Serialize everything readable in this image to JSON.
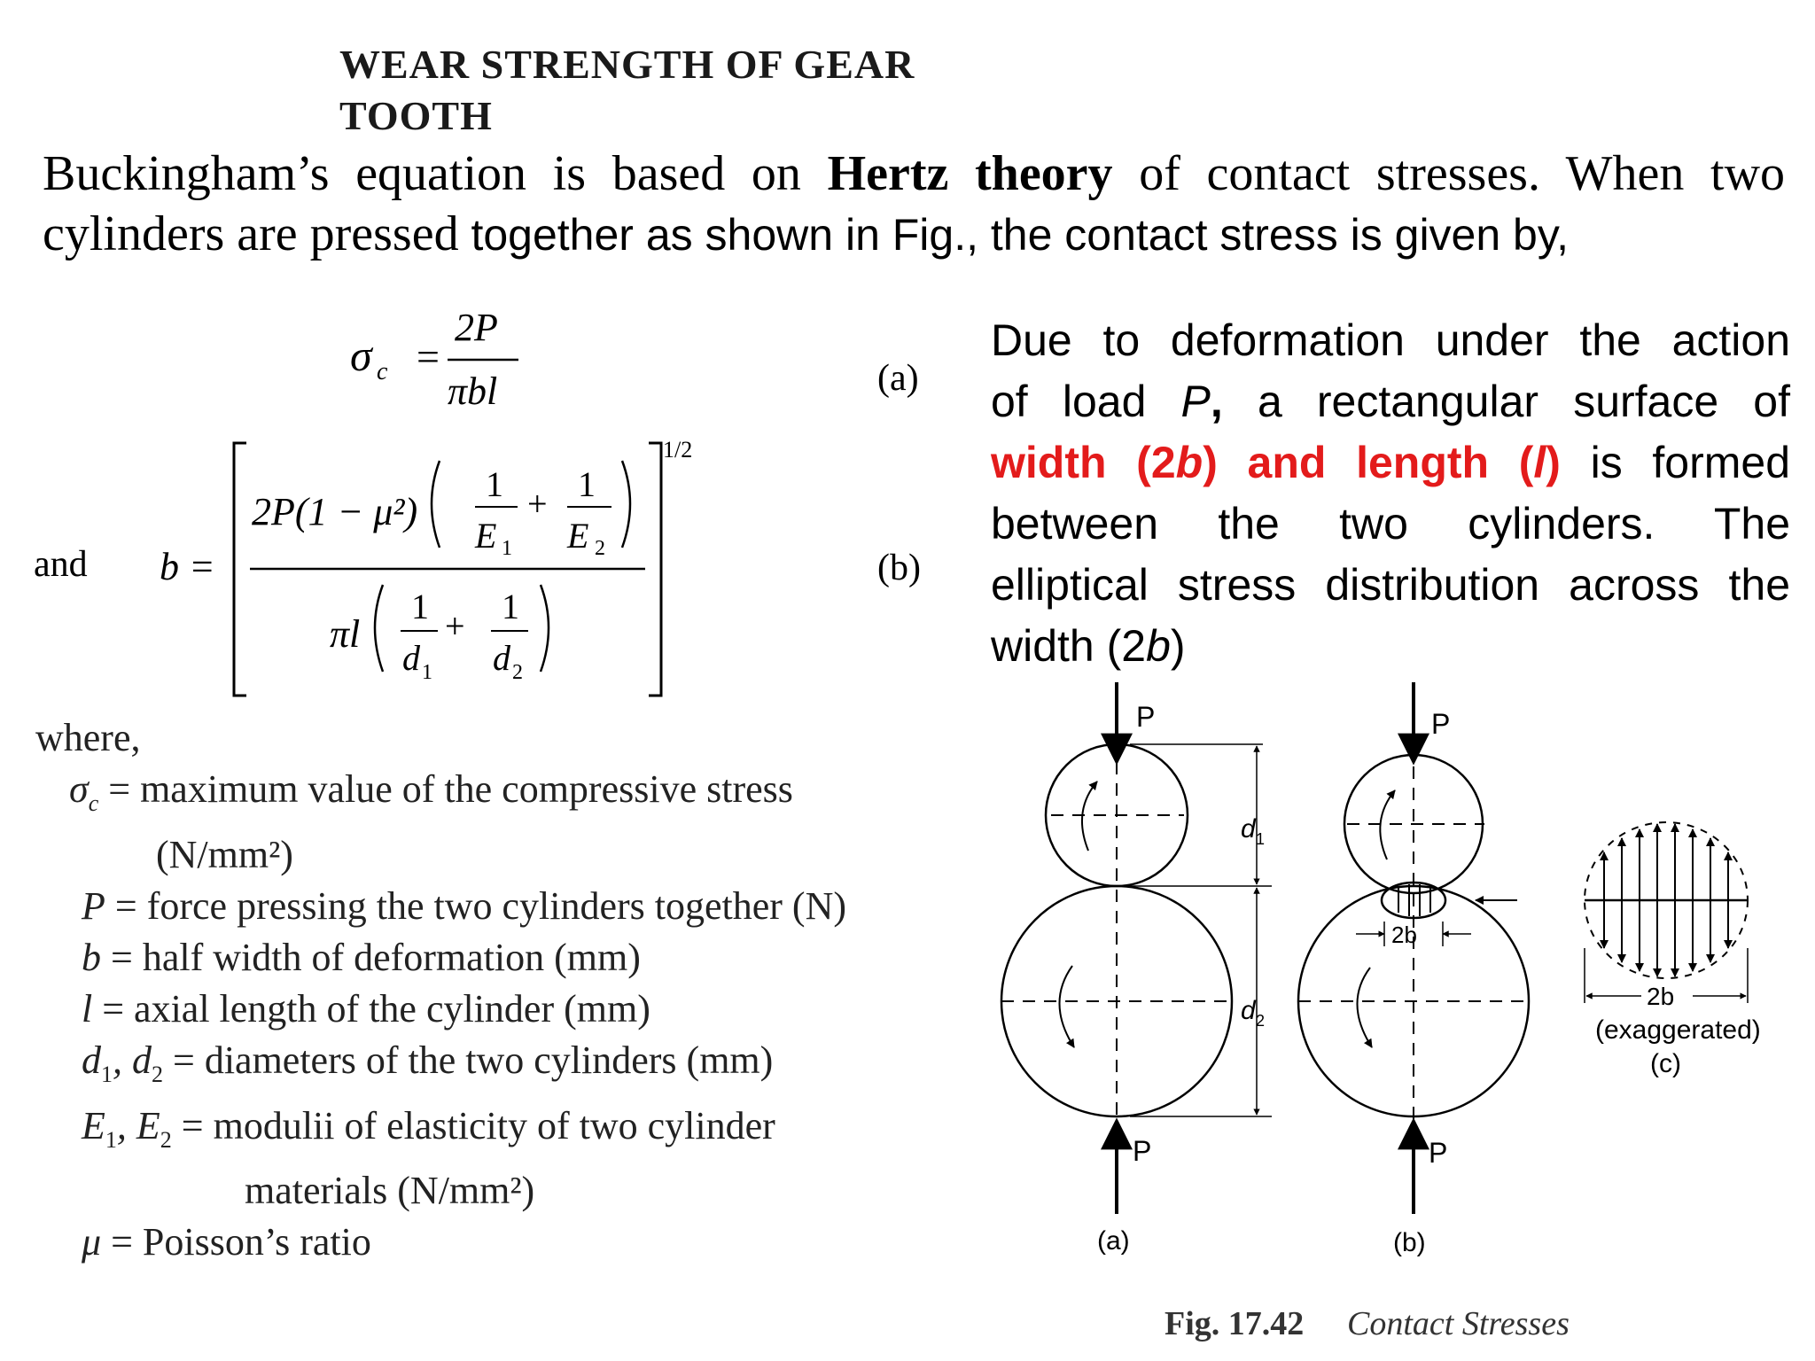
{
  "heading": {
    "line1": "WEAR STRENGTH OF GEAR",
    "line2": "TOOTH"
  },
  "intro": {
    "part1": "Buckingham’s equation is based on ",
    "bold": "Hertz theory",
    "part2": " of contact stresses. When two",
    "line2_serif": "cylinders are pressed",
    "line2_sans": " together as shown in Fig., the contact stress is given by,"
  },
  "equations": {
    "sigma": "σ",
    "sub_c": "c",
    "eq1_num": "2P",
    "eq1_den": "πbl",
    "tag_a": "(a)",
    "and": "and",
    "b_lhs": "b =",
    "eq2_num_lead": "2P(1 − μ²)",
    "one": "1",
    "E1": "E",
    "E2": "E",
    "pi_l": "πl",
    "d1": "d",
    "d2": "d",
    "sub1": "1",
    "sub2": "2",
    "exponent": "1/2",
    "tag_b": "(b)",
    "plus": "+"
  },
  "description": {
    "line1": "Due to deformation under the action",
    "line2_pre": "of load ",
    "line2_P": "P",
    "line2_comma": ",",
    "line2_post": " a rectangular surface of",
    "line3_red_a": "width (2",
    "line3_red_b": "b",
    "line3_red_c": ") and length (",
    "line3_red_l": "l",
    "line3_red_d": ")",
    "line3_post": " is formed",
    "line4": "between the two cylinders. The",
    "line5": "elliptical stress distribution across the",
    "line6_pre": "width (2",
    "line6_b": "b",
    "line6_post": ")"
  },
  "definitions": {
    "where": "where,",
    "sigma_sym": "σ",
    "sigma_sub": "c",
    "sigma_def": " = maximum value of the compressive stress",
    "sigma_unit": "(N/mm²)",
    "P_sym": "P",
    "P_def": " = force pressing the two cylinders together (N)",
    "b_sym": "b",
    "b_def": " = half width of deformation (mm)",
    "l_sym": "l",
    "l_def": " = axial length of the cylinder (mm)",
    "d_sym": "d",
    "d_sep": ", d",
    "d_def": " = diameters of the two cylinders (mm)",
    "E_sym": "E",
    "E_sep": ", E",
    "E_def": " = modulii of elasticity of two cylinder",
    "E_cont": "materials (N/mm²)",
    "mu_sym": "μ",
    "mu_def": " = Poisson’s ratio",
    "sub1": "1",
    "sub2": "2"
  },
  "figure": {
    "P": "P",
    "d1": "d",
    "d2": "d",
    "sub1": "1",
    "sub2": "2",
    "two_b": "2b",
    "exaggerated": "(exaggerated)",
    "label_a": "(a)",
    "label_b": "(b)",
    "label_c": "(c)",
    "caption_num": "Fig. 17.42",
    "caption_title": "Contact Stresses"
  }
}
